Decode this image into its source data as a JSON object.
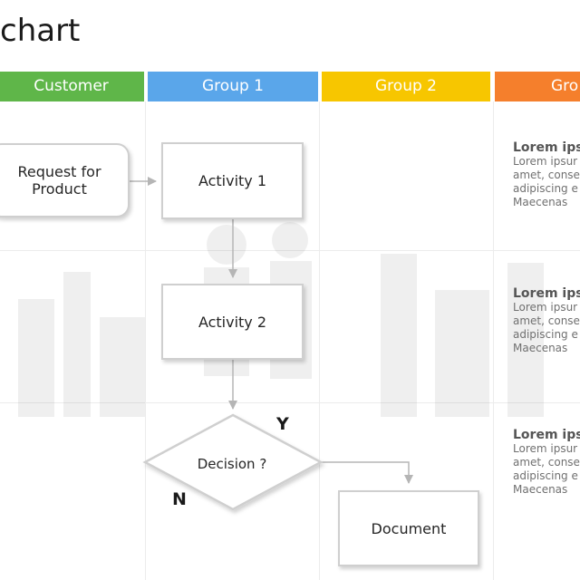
{
  "title": "chart",
  "lanes": [
    {
      "label": "Customer",
      "color": "#5fb649"
    },
    {
      "label": "Group 1",
      "color": "#5aa6ea"
    },
    {
      "label": "Group 2",
      "color": "#f7c600"
    },
    {
      "label": "Gro",
      "color": "#f57f2c"
    }
  ],
  "nodes": {
    "request": {
      "line1": "Request for",
      "line2": "Product"
    },
    "activity1": "Activity 1",
    "activity2": "Activity 2",
    "decision": "Decision ?",
    "document": "Document"
  },
  "decision_labels": {
    "yes": "Y",
    "no": "N"
  },
  "notes": [
    {
      "title": "Lorem ips",
      "lines": [
        "Lorem ipsur",
        "amet, conse",
        "adipiscing e",
        "Maecenas"
      ]
    },
    {
      "title": "Lorem ips",
      "lines": [
        "Lorem ipsur",
        "amet, conse",
        "adipiscing e",
        "Maecenas"
      ]
    },
    {
      "title": "Lorem ips",
      "lines": [
        "Lorem ipsur",
        "amet, conse",
        "adipiscing e",
        "Maecenas"
      ]
    }
  ],
  "colors": {
    "connector": "#b5b5b5",
    "box_border": "#cfcfcf"
  }
}
